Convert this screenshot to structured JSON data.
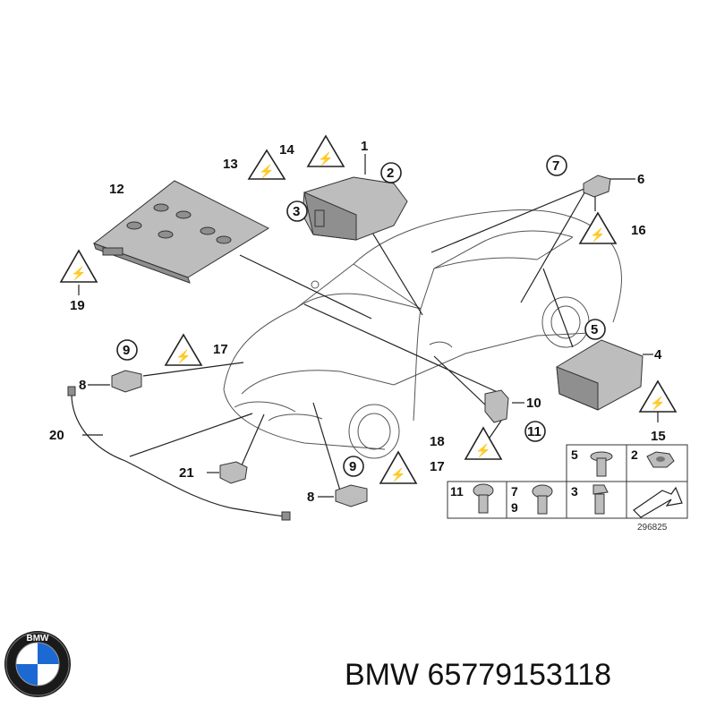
{
  "callouts": {
    "c1": "1",
    "c2": "2",
    "c3": "3",
    "c4": "4",
    "c5": "5",
    "c6": "6",
    "c7": "7",
    "c8a": "8",
    "c8b": "8",
    "c9a": "9",
    "c9b": "9",
    "c10": "10",
    "c11": "11",
    "c12": "12",
    "c13": "13",
    "c14": "14",
    "c15": "15",
    "c16": "16",
    "c17a": "17",
    "c17b": "17",
    "c18": "18",
    "c19": "19",
    "c20": "20",
    "c21": "21"
  },
  "fastener_grid": {
    "r1c1": "5",
    "r1c2": "2",
    "r2c1": "11",
    "r2c2a": "7",
    "r2c2b": "9",
    "r2c3": "3"
  },
  "drawing_ref": "296825",
  "logo_text": "BMW",
  "footer": {
    "brand": "BMW",
    "part_number": "65779153118"
  }
}
